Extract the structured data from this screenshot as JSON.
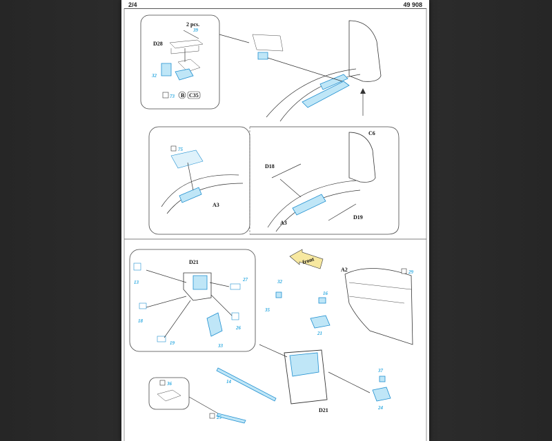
{
  "header": {
    "page_number": "2/4",
    "product_code": "49 908"
  },
  "steps": {
    "top_inset": {
      "qty_label": "2 pcs.",
      "part_top": "39",
      "part_left": "32",
      "d_label": "D28",
      "check_part": "73",
      "circle_mark": "B",
      "box_label": "C35"
    },
    "mid_left": {
      "part": "75",
      "a_label": "A3"
    },
    "mid_right": {
      "c_label": "C6",
      "d18": "D18",
      "d19": "D19",
      "a_label": "A3"
    },
    "bottom": {
      "front_label": "front",
      "a2": "A2",
      "part_29": "29",
      "d21_inset": "D21",
      "d21_main": "D21",
      "parts": {
        "p13": "13",
        "p18": "18",
        "p19": "19",
        "p33": "33",
        "p27": "27",
        "p26": "26",
        "p32": "32",
        "p35": "35",
        "p16": "16",
        "p21": "21",
        "p37": "37",
        "p24": "24",
        "p14": "14",
        "p36": "36",
        "p25": "25"
      }
    }
  }
}
